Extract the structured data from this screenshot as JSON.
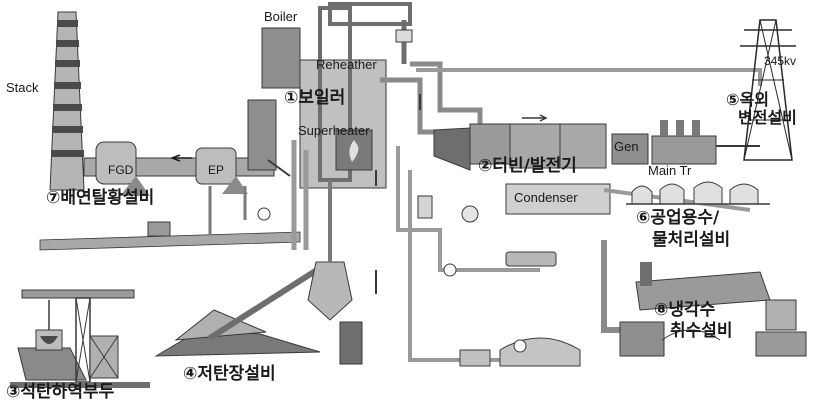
{
  "labels": {
    "stack": "Stack",
    "boiler": "Boiler",
    "reheater": "Reheather",
    "superheater": "Superheater",
    "fgd": "FGD",
    "ep": "EP",
    "gen": "Gen",
    "main_tr": "Main Tr",
    "condenser": "Condenser",
    "voltage": "345kv",
    "boiler_ko": "①보일러",
    "turbine_ko": "②터빈/발전기",
    "coal_unload_ko": "③석탄하역부두",
    "coal_storage_ko": "④저탄장설비",
    "substation_ko_1": "⑤옥외",
    "substation_ko_2": "변전설비",
    "water_ko_1": "⑥공업용수/",
    "water_ko_2": "물처리설비",
    "flue_gas_ko": "⑦배연탈황설비",
    "cooling_ko_1": "⑧냉각수",
    "cooling_ko_2": "취수설비"
  },
  "colors": {
    "pipe": "#a0a0a0",
    "pipe_dark": "#6e6e6e",
    "equipment": "#b8b8b8",
    "equipment_dark": "#7a7a7a",
    "outline": "#3a3a3a",
    "stack_band": "#4a4a4a",
    "water": "#8c8c8c"
  }
}
